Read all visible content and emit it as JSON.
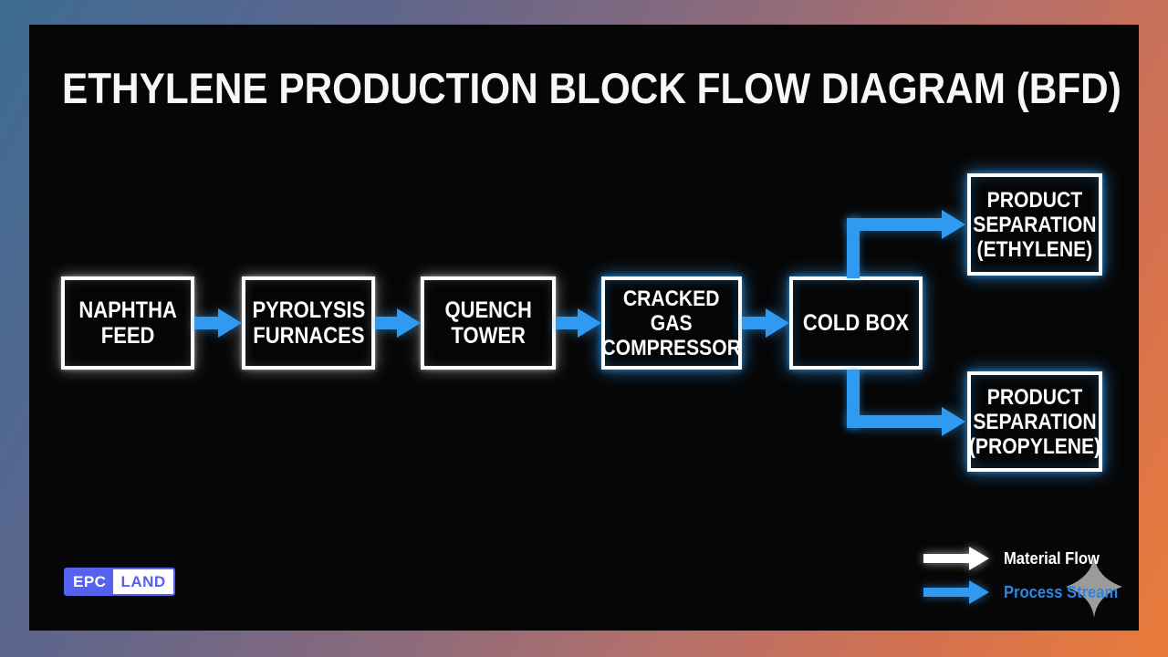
{
  "slide": {
    "title": "ETHYLENE PRODUCTION BLOCK FLOW DIAGRAM (BFD)",
    "blocks": [
      {
        "id": "naphtha-feed",
        "lines": [
          "NAPHTHA",
          "FEED"
        ]
      },
      {
        "id": "pyrolysis-furnaces",
        "lines": [
          "PYROLYSIS",
          "FURNACES"
        ]
      },
      {
        "id": "quench-tower",
        "lines": [
          "QUENCH",
          "TOWER"
        ]
      },
      {
        "id": "cracked-gas-compressor",
        "lines": [
          "CRACKED",
          "GAS",
          "COMPRESSOR"
        ]
      },
      {
        "id": "cold-box",
        "lines": [
          "COLD BOX"
        ]
      },
      {
        "id": "product-separation-ethylene",
        "lines": [
          "PRODUCT",
          "SEPARATION",
          "(ETHYLENE)"
        ]
      },
      {
        "id": "product-separation-propylene",
        "lines": [
          "PRODUCT",
          "SEPARATION",
          "(PROPYLENE)"
        ]
      }
    ],
    "flows": [
      {
        "from": "NAPHTHA FEED",
        "to": "PYROLYSIS FURNACES",
        "type": "process-stream"
      },
      {
        "from": "PYROLYSIS FURNACES",
        "to": "QUENCH TOWER",
        "type": "process-stream"
      },
      {
        "from": "QUENCH TOWER",
        "to": "CRACKED GAS COMPRESSOR",
        "type": "process-stream"
      },
      {
        "from": "CRACKED GAS COMPRESSOR",
        "to": "COLD BOX",
        "type": "process-stream"
      },
      {
        "from": "COLD BOX",
        "to": "PRODUCT SEPARATION (ETHYLENE)",
        "type": "process-stream"
      },
      {
        "from": "COLD BOX",
        "to": "PRODUCT SEPARATION (PROPYLENE)",
        "type": "process-stream"
      }
    ],
    "legend": {
      "material_flow": "Material Flow",
      "process_stream": "Process Stream"
    },
    "logo": {
      "epc": "EPC",
      "land": "LAND"
    },
    "colors": {
      "process_blue": "#2f9af0",
      "material_white": "#ffffff",
      "legend_blue_text": "#2f86e2",
      "logo_indigo": "#5561ef",
      "star_gray": "#9b9b9b",
      "slide_bg": "#060606"
    }
  }
}
